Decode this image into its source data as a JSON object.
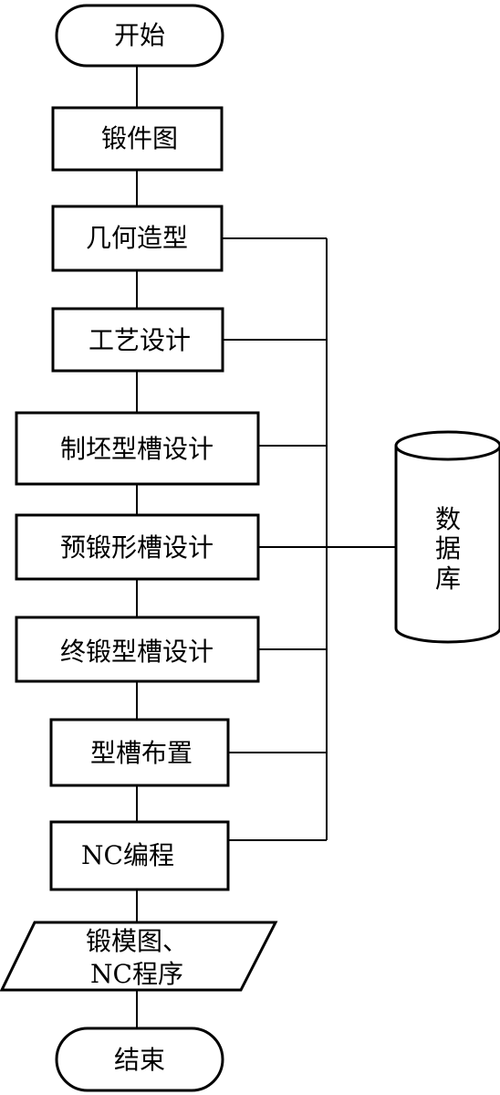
{
  "flowchart": {
    "start": "开始",
    "steps": [
      "锻件图",
      "几何造型",
      "工艺设计",
      "制坯型槽设计",
      "预锻形槽设计",
      "终锻型槽设计",
      "型槽布置",
      "NC编程"
    ],
    "output_lines": [
      "锻模图、",
      "NC程序"
    ],
    "end": "结束",
    "database_chars": [
      "数",
      "据",
      "库"
    ]
  }
}
